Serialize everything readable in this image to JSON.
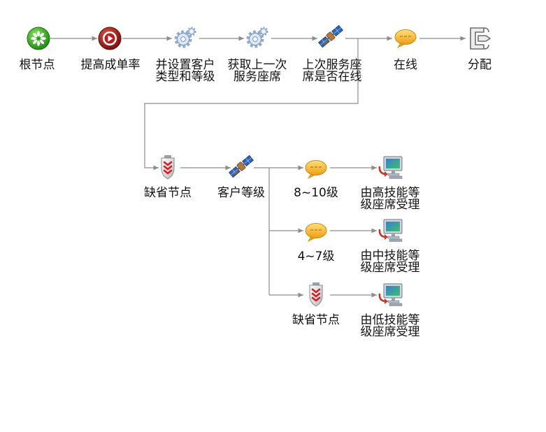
{
  "colors": {
    "connector": "#8c8c8c",
    "label": "#111111",
    "background": "#ffffff"
  },
  "main_flow": {
    "root": {
      "icon": "green-ball-icon",
      "label": [
        "根节点"
      ]
    },
    "raise_conversion": {
      "icon": "record-play-icon",
      "label": [
        "提高成单率"
      ]
    },
    "set_customer_type": {
      "icon": "gear-icon",
      "label": [
        "并设置客户",
        "类型和等级"
      ]
    },
    "get_last_agent": {
      "icon": "gear-icon",
      "label": [
        "获取上一次",
        "服务座席"
      ]
    },
    "last_agent_online": {
      "icon": "satellite-icon",
      "label": [
        "上次服务座",
        "席是否在线"
      ]
    },
    "online": {
      "icon": "speech-bubble-icon",
      "label": [
        "在线"
      ]
    },
    "assign": {
      "icon": "assign-icon",
      "label": [
        "分配"
      ]
    }
  },
  "fallback_flow": {
    "default_node": {
      "icon": "shield-icon",
      "label": [
        "缺省节点"
      ]
    },
    "customer_level": {
      "icon": "satellite-icon",
      "label": [
        "客户等级"
      ]
    },
    "branches": [
      {
        "condition": {
          "icon": "speech-bubble-icon",
          "label": [
            "8~10级"
          ]
        },
        "action": {
          "icon": "monitor-icon",
          "label": [
            "由高技能等",
            "级座席受理"
          ]
        }
      },
      {
        "condition": {
          "icon": "speech-bubble-icon",
          "label": [
            "4~7级"
          ]
        },
        "action": {
          "icon": "monitor-icon",
          "label": [
            "由中技能等",
            "级座席受理"
          ]
        }
      },
      {
        "condition": {
          "icon": "shield-icon",
          "label": [
            "缺省节点"
          ]
        },
        "action": {
          "icon": "monitor-icon",
          "label": [
            "由低技能等",
            "级座席受理"
          ]
        }
      }
    ]
  }
}
